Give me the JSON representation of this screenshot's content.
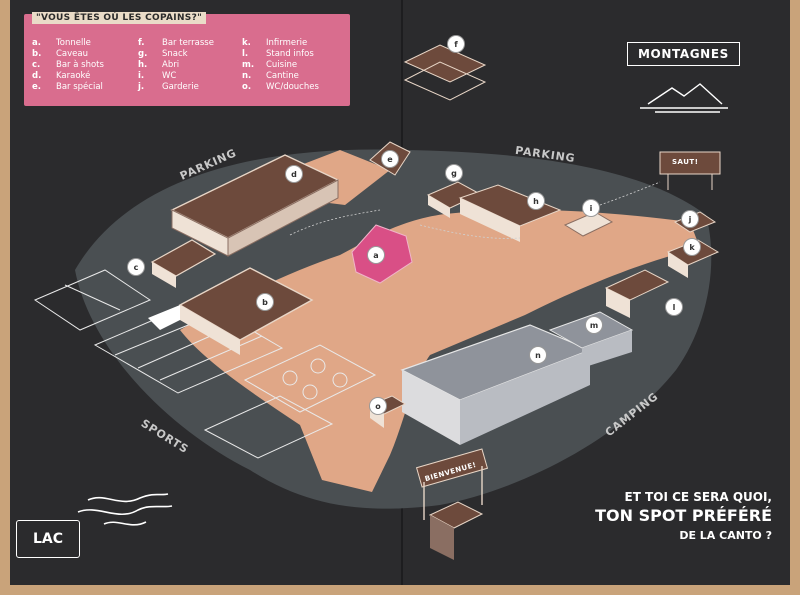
{
  "legend": {
    "title": "\"VOUS ÊTES OÙ LES COPAINS?\"",
    "columns": [
      [
        {
          "letter": "a.",
          "name": "Tonnelle"
        },
        {
          "letter": "b.",
          "name": "Caveau"
        },
        {
          "letter": "c.",
          "name": "Bar à shots"
        },
        {
          "letter": "d.",
          "name": "Karaoké"
        },
        {
          "letter": "e.",
          "name": "Bar spécial"
        }
      ],
      [
        {
          "letter": "f.",
          "name": "Bar terrasse"
        },
        {
          "letter": "g.",
          "name": "Snack"
        },
        {
          "letter": "h.",
          "name": "Abri"
        },
        {
          "letter": "i.",
          "name": "WC"
        },
        {
          "letter": "j.",
          "name": "Garderie"
        }
      ],
      [
        {
          "letter": "k.",
          "name": "Infirmerie"
        },
        {
          "letter": "l.",
          "name": "Stand infos"
        },
        {
          "letter": "m.",
          "name": "Cuisine"
        },
        {
          "letter": "n.",
          "name": "Cantine"
        },
        {
          "letter": "o.",
          "name": "WC/douches"
        }
      ]
    ]
  },
  "labels": {
    "montagnes": "MONTAGNES",
    "lac": "LAC",
    "parking_left": "PARKING",
    "parking_right": "PARKING",
    "sports": "SPORTS",
    "camping": "CAMPING",
    "saut": "SAUT!",
    "bienvenue": "BIENVENUE!"
  },
  "cta": {
    "line1": "ET TOI CE SERA QUOI,",
    "line2": "TON SPOT PRÉFÉRÉ",
    "line3": "DE LA CANTO ?"
  },
  "markers": [
    "a",
    "b",
    "c",
    "d",
    "e",
    "f",
    "g",
    "h",
    "i",
    "j",
    "k",
    "l",
    "m",
    "n",
    "o"
  ],
  "colors": {
    "page": "#2b2b2d",
    "legend": "#d96d8e",
    "ground": "#e0a787",
    "lawn": "#4a4f52",
    "tonnelle": "#d94f86",
    "roof": "#6d4a3c",
    "tent": "#8f939b"
  }
}
